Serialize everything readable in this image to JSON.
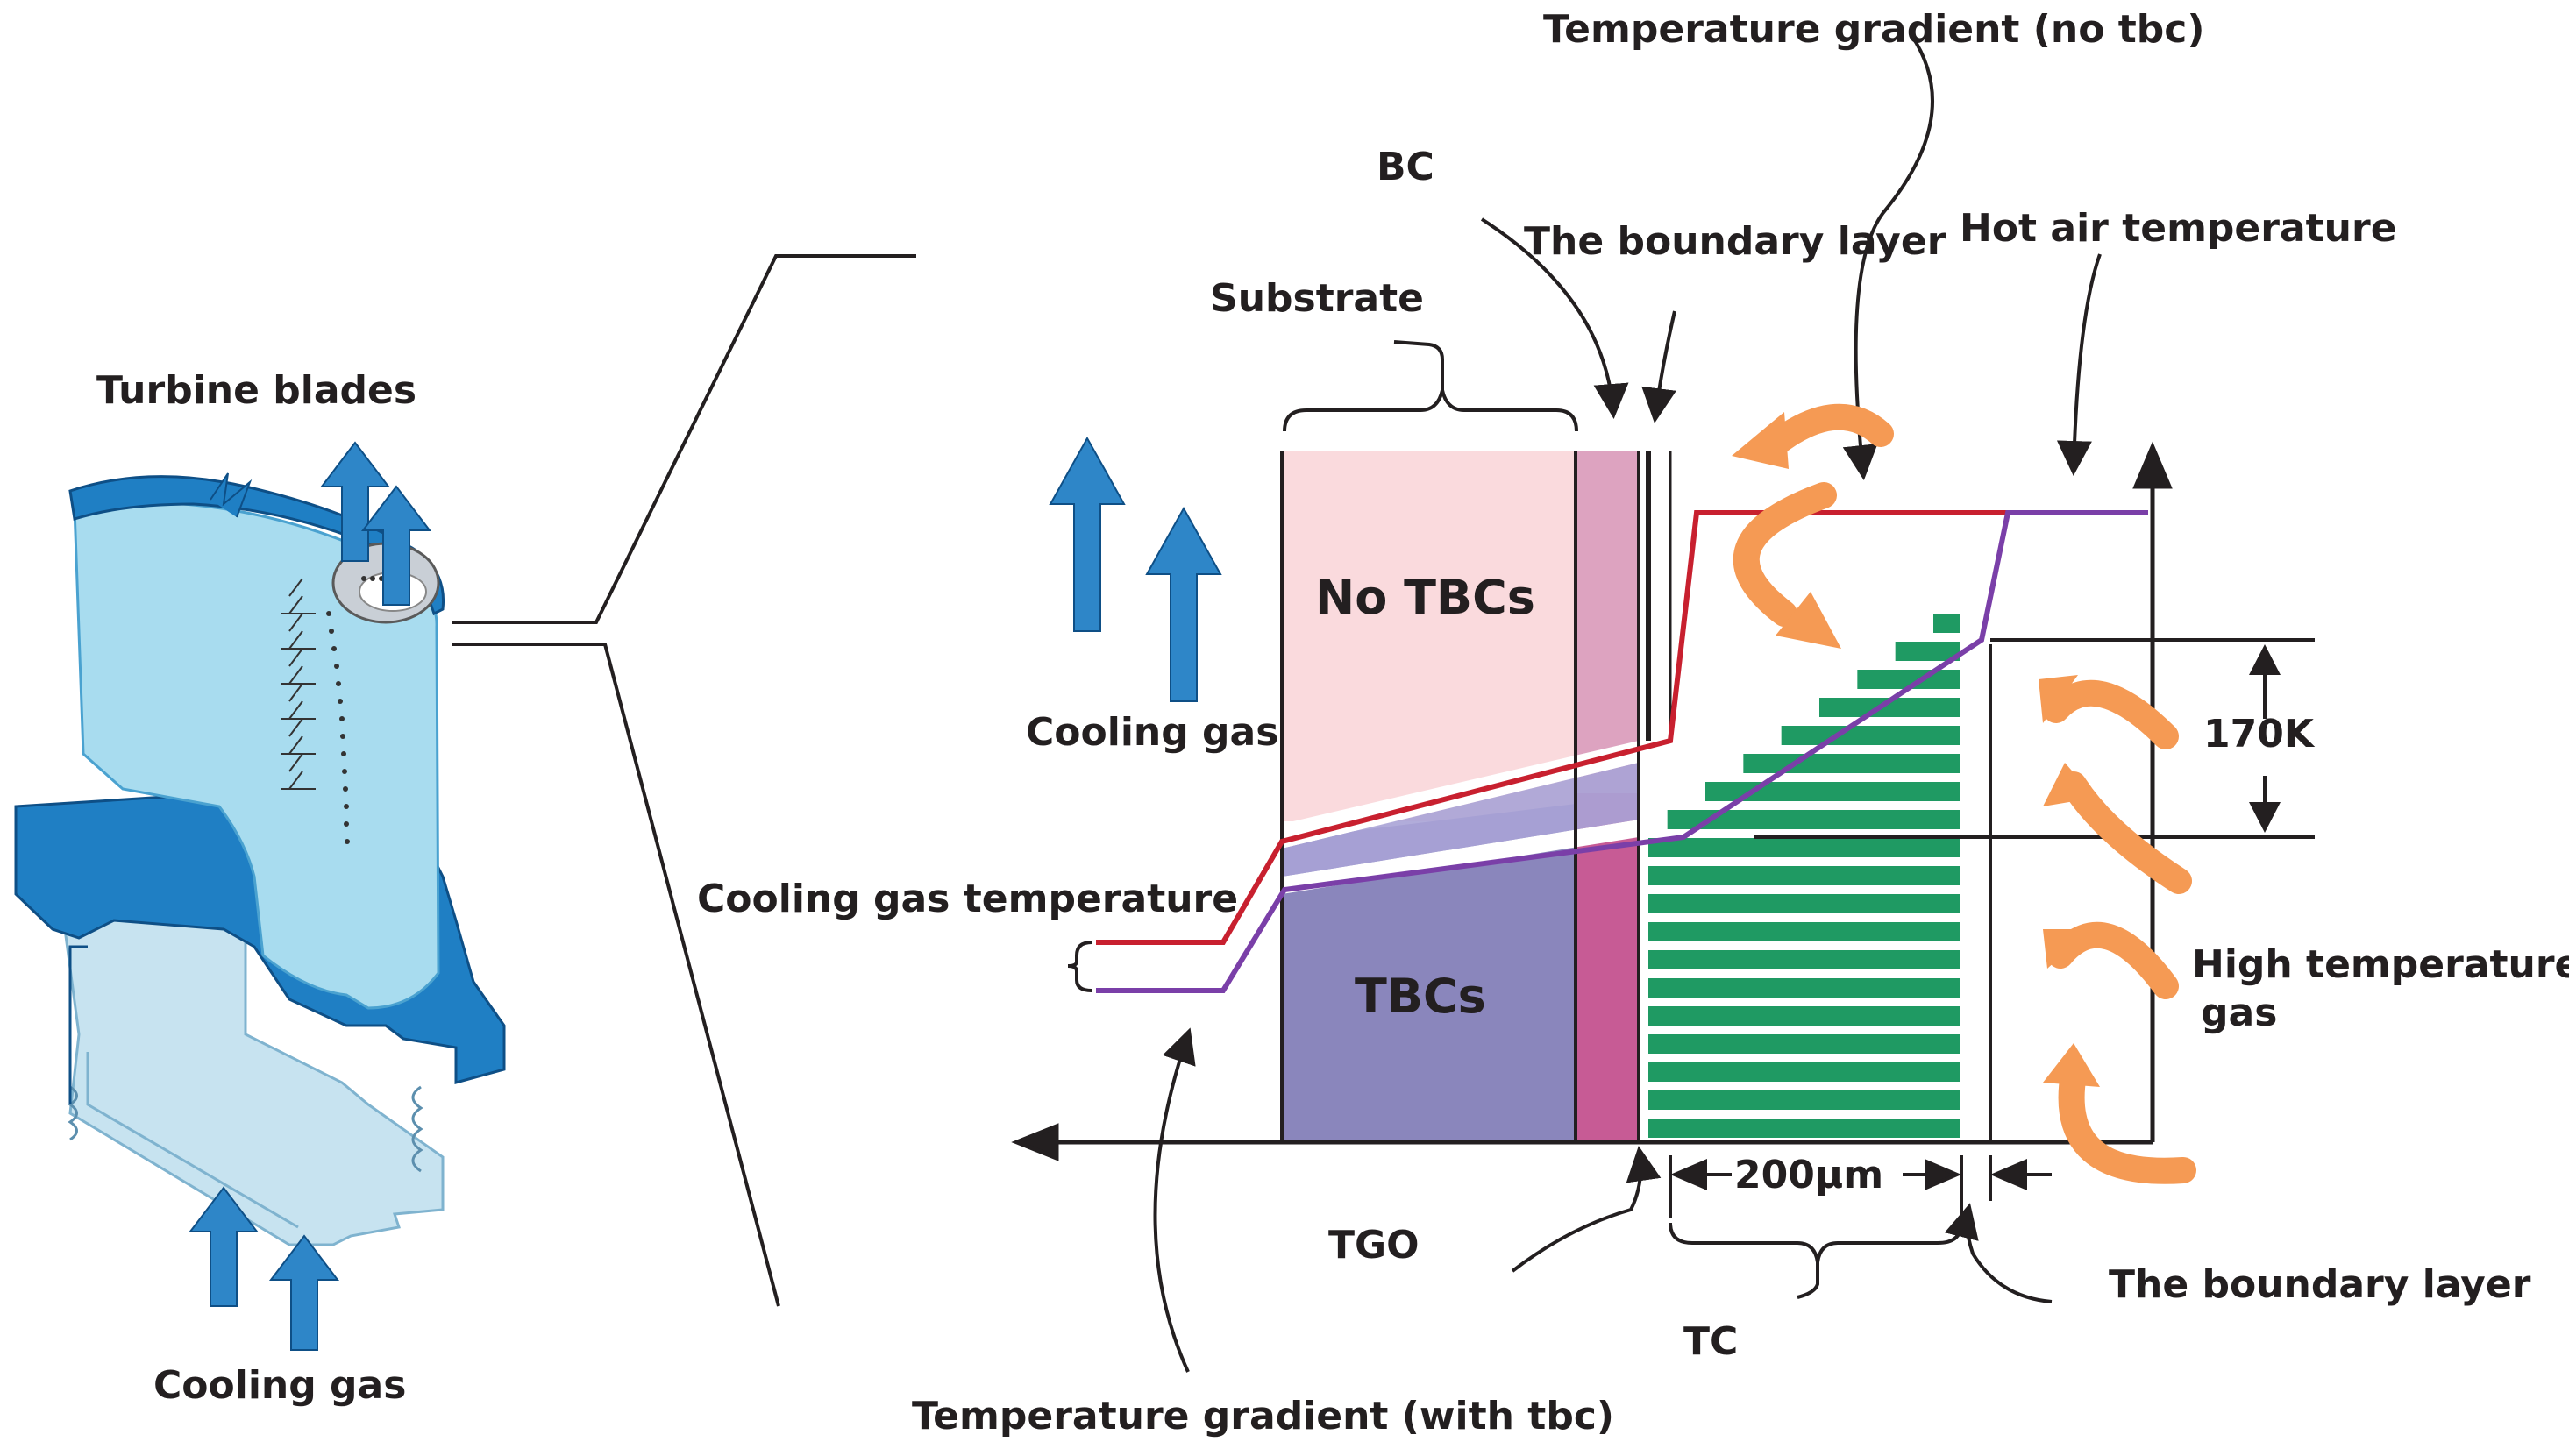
{
  "labels": {
    "turbine_blades": "Turbine blades",
    "cooling_gas_bottom": "Cooling gas",
    "cooling_gas_side": "Cooling gas",
    "substrate": "Substrate",
    "bc": "BC",
    "boundary_layer_top": "The boundary layer",
    "temp_gradient_no_tbc": "Temperature gradient (no tbc)",
    "hot_air_temperature": "Hot air temperature",
    "no_tbcs": "No TBCs",
    "tbcs": "TBCs",
    "cooling_gas_temperature": "Cooling gas temperature",
    "delta_170k": "170K",
    "high_temperature_gas_line1": "High temperature",
    "high_temperature_gas_line2": "gas",
    "width_200um": "200μm",
    "tgo": "TGO",
    "tc": "TC",
    "boundary_layer_bottom": "The boundary layer",
    "temp_gradient_with_tbc": "Temperature gradient (with tbc)"
  },
  "colors": {
    "blade_light": "#a8dcef",
    "blade_dark": "#1f7fc4",
    "arrow_blue": "#2e86c8",
    "substrate_notbc": "#fadadd",
    "substrate_tbc": "#8a86bc",
    "bc_layer": "#c75b95",
    "bc_layer_light": "#dda3c0",
    "tc_green": "#1f9a63",
    "red_line": "#c8202f",
    "purple_line": "#7a3fa8",
    "orange_arrow": "#f59a54"
  }
}
